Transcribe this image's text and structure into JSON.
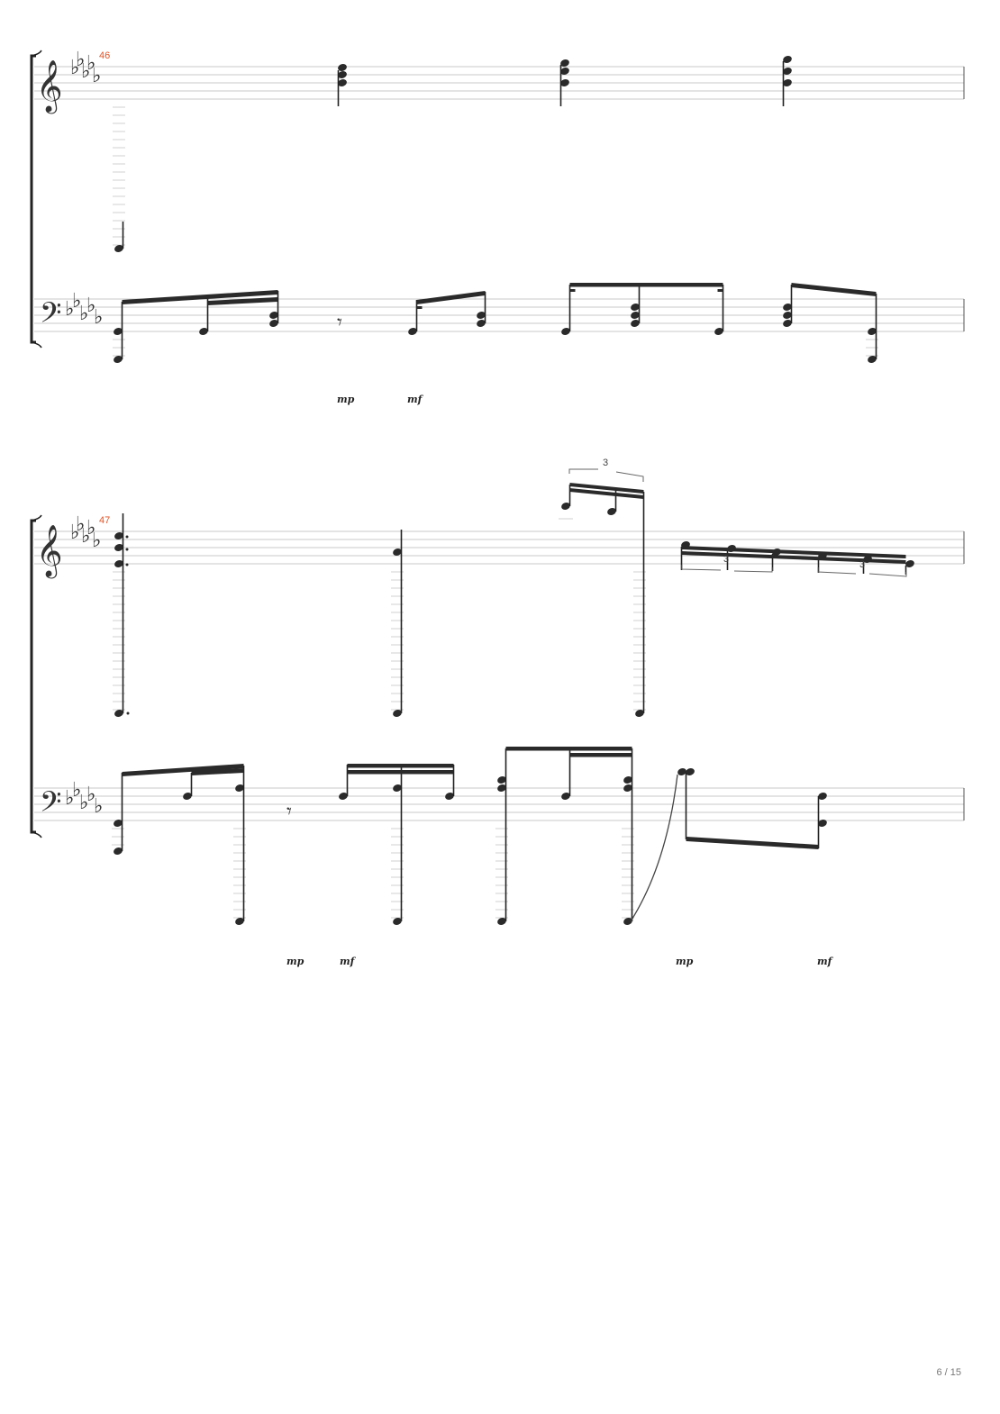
{
  "score": {
    "key_signature": "5 flats",
    "systems": [
      {
        "measure_number": "46",
        "dynamics": [
          "mp",
          "mf"
        ]
      },
      {
        "measure_number": "47",
        "dynamics": [
          "mp",
          "mf",
          "mp",
          "mf"
        ],
        "tuplets": [
          "3",
          "3",
          "3"
        ]
      }
    ]
  },
  "footer": {
    "page": "6 / 15"
  }
}
